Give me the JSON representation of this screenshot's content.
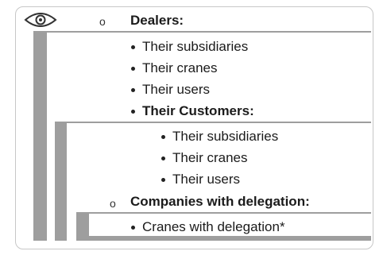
{
  "header": {
    "eye_icon": "eye-icon",
    "dealers_marker": "o",
    "dealers_label": "Dealers:"
  },
  "dealers": {
    "items": [
      "Their subsidiaries",
      "Their cranes",
      "Their users"
    ],
    "customers_label": "Their Customers:"
  },
  "customers": {
    "items": [
      "Their subsidiaries",
      "Their cranes",
      "Their users"
    ]
  },
  "delegation": {
    "marker": "o",
    "label": "Companies with delegation:",
    "items": [
      "Cranes with delegation*"
    ]
  },
  "colors": {
    "bars": "#9e9e9e",
    "border": "#c7c7c7",
    "text": "#1b1b1b"
  }
}
